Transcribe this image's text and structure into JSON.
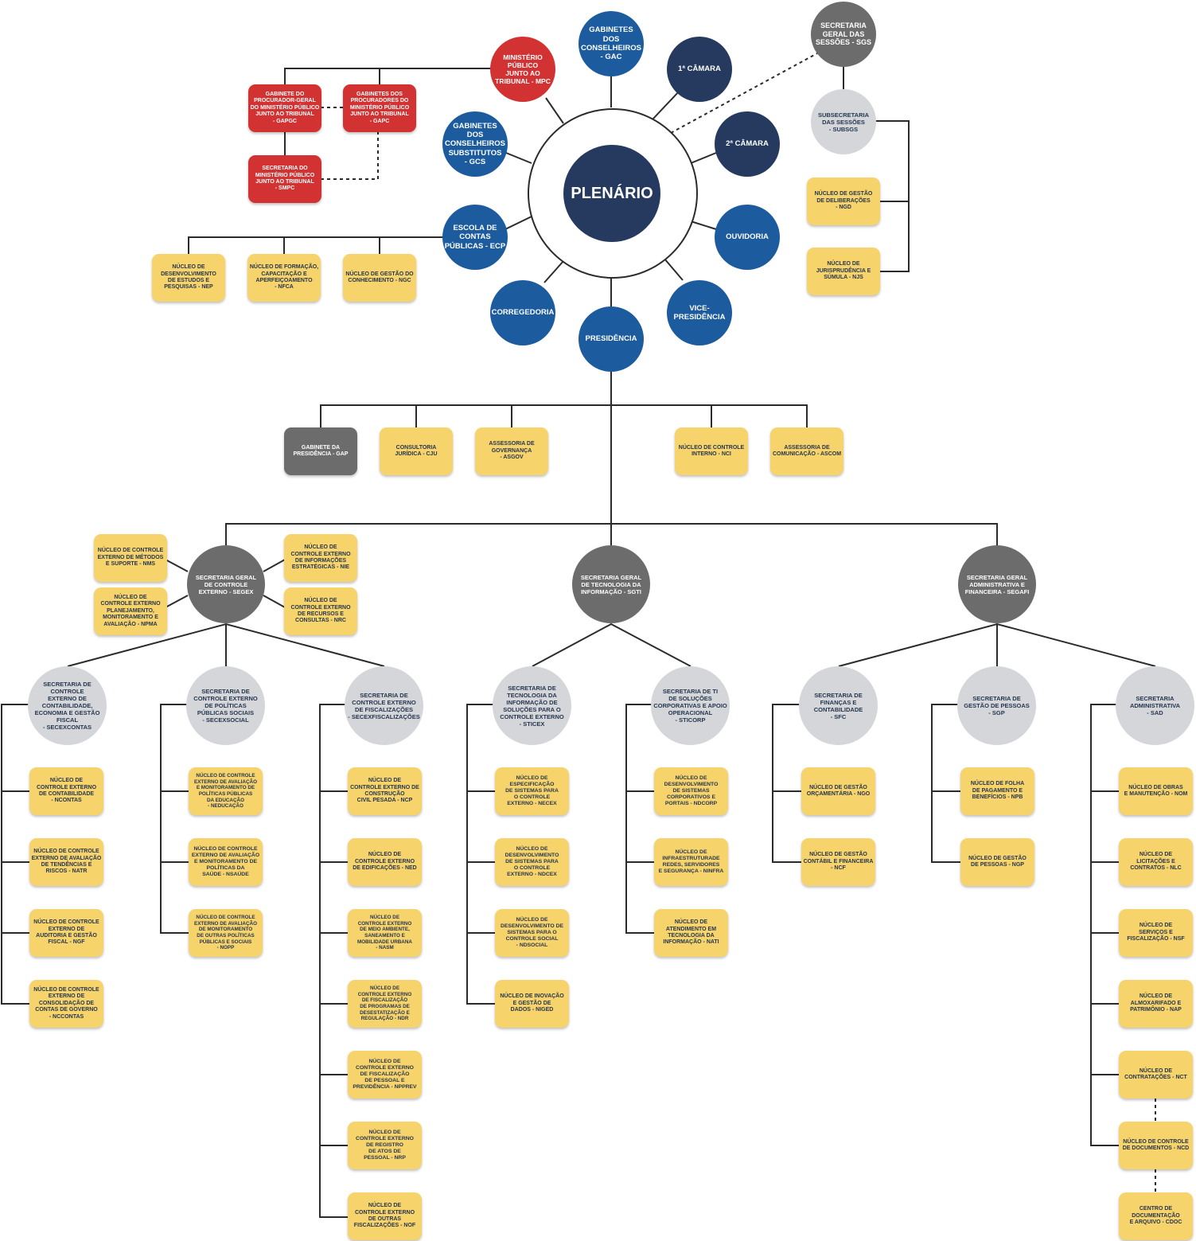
{
  "colors": {
    "circle_blue": "#1b5b9e",
    "circle_navy": "#253a5e",
    "circle_dark_gray": "#6c6c6c",
    "circle_light_gray": "#d4d6da",
    "box_red": "#d23232",
    "box_yellow": "#f6d36b",
    "box_gray": "#6c6c6c",
    "lines": "#2b2b2b"
  },
  "top": {
    "plenario": "PLENÁRIO",
    "gac": "GABINETES DOS CONSELHEIROS\n- GAC",
    "camara1": "1ª CÂMARA",
    "camara2": "2ª CÂMARA",
    "ouvidoria": "OUVIDORIA",
    "vice": "VICE-\nPRESIDÊNCIA",
    "presidencia": "PRESIDÊNCIA",
    "corregedoria": "CORREGEDORIA",
    "ecp": "ESCOLA DE\nCONTAS\nPÚBLICAS - ECP",
    "gcs": "GABINETES DOS\nCONSELHEIROS\nSUBSTITUTOS\n- GCS",
    "mpc": "MINISTÉRIO\nPÚBLICO\nJUNTO AO\nTRIBUNAL - MPC",
    "sgs": "SECRETARIA\nGERAL DAS\nSESSÕES - SGS",
    "subsgs": "SUBSECRETARIA\nDAS SESSÕES\n- SUBSGS"
  },
  "mp_boxes": {
    "gapgc": "GABINETE DO\nPROCURADOR-GERAL\nDO MINISTÉRIO PÚBLICO\nJUNTO AO TRIBUNAL\n- GAPGC",
    "gapc": "GABINETES DOS\nPROCURADORES DO\nMINISTÉRIO PÚBLICO\nJUNTO AO TRIBUNAL\n- GAPC",
    "smpc": "SECRETARIA DO\nMINISTÉRIO PÚBLICO\nJUNTO AO TRIBUNAL\n- SMPC"
  },
  "ecp_boxes": {
    "nep": "NÚCLEO DE\nDESENVOLVIMENTO\nDE ESTUDOS E\nPESQUISAS - NEP",
    "nfca": "NÚCLEO DE FORMAÇÃO,\nCAPACITAÇÃO E\nAPERFEIÇOAMENTO\n- NFCA",
    "ngc": "NÚCLEO DE GESTÃO DO\nCONHECIMENTO - NGC"
  },
  "sgs_boxes": {
    "ngd": "NÚCLEO DE GESTÃO\nDE DELIBERAÇÕES\n- NGD",
    "njs": "NÚCLEO DE\nJURISPRUDÊNCIA E\nSÚMULA - NJS"
  },
  "pres_boxes": {
    "gap": "GABINETE DA\nPRESIDÊNCIA - GAP",
    "cju": "CONSULTORIA\nJURÍDICA - CJU",
    "asgov": "ASSESSORIA DE\nGOVERNANÇA\n- ASGOV",
    "nci": "NÚCLEO DE CONTROLE\nINTERNO - NCI",
    "ascom": "ASSESSORIA DE\nCOMUNICAÇÃO - ASCOM"
  },
  "sg": {
    "segex": "SECRETARIA GERAL\nDE CONTROLE\nEXTERNO - SEGEX",
    "sgti": "SECRETARIA GERAL\nDE TECNOLOGIA DA\nINFORMAÇÃO - SGTI",
    "segafi": "SECRETARIA GERAL\nADMINISTRATIVA E\nFINANCEIRA - SEGAFI"
  },
  "segex_side": {
    "nms": "NÚCLEO DE CONTROLE\nEXTERNO DE MÉTODOS\nE SUPORTE - NMS",
    "npma": "NÚCLEO DE\nCONTROLE EXTERNO\nPLANEJAMENTO,\nMONITORAMENTO E\nAVALIAÇÃO - NPMA",
    "nie": "NÚCLEO DE\nCONTROLE EXTERNO\nDE INFORMAÇÕES\nESTRATÉGICAS - NIE",
    "nrc": "NÚCLEO DE\nCONTROLE EXTERNO\nDE RECURSOS E\nCONSULTAS - NRC"
  },
  "secretarias": {
    "secexcontas": "SECRETARIA DE\nCONTROLE\nEXTERNO DE\nCONTABILIDADE,\nECONOMIA E GESTÃO\nFISCAL\n- SECEXCONTAS",
    "secexsocial": "SECRETARIA DE\nCONTROLE EXTERNO\nDE POLÍTICAS\nPÚBLICAS SOCIAIS\n- SECEXSOCIAL",
    "secexfisc": "SECRETARIA DE\nCONTROLE EXTERNO\nDE FISCALIZAÇÕES\n- SECEXFISCALIZAÇÕES",
    "sticex": "SECRETARIA DE\nTECNOLOGIA DA\nINFORMAÇÃO DE\nSOLUÇÕES PARA O\nCONTROLE EXTERNO\n- STICEX",
    "sticorp": "SECRETARIA DE TI\nDE SOLUÇÕES\nCORPORATIVAS E APOIO\nOPERACIONAL\n- STICORP",
    "sfc": "SECRETARIA DE\nFINANÇAS E\nCONTABILIDADE\n- SFC",
    "sgp": "SECRETARIA DE\nGESTÃO DE PESSOAS\n- SGP",
    "sad": "SECRETARIA\nADMINISTRATIVA\n- SAD"
  },
  "nucleos": {
    "secexcontas": [
      "NÚCLEO DE\nCONTROLE EXTERNO\nDE CONTABILIDADE\n- NCONTAS",
      "NÚCLEO DE CONTROLE\nEXTERNO DE AVALIAÇÃO\nDE TENDÊNCIAS E\nRISCOS - NATR",
      "NÚCLEO DE CONTROLE\nEXTERNO DE\nAUDITORIA E GESTÃO\nFISCAL - NGF",
      "NÚCLEO DE CONTROLE\nEXTERNO DE\nCONSOLIDAÇÃO DE\nCONTAS DE GOVERNO\n- NCCONTAS"
    ],
    "secexsocial": [
      "NÚCLEO DE CONTROLE\nEXTERNO DE AVALIAÇÃO\nE MONITORAMENTO DE\nPOLÍTICAS PÚBLICAS\nDA EDUCAÇÃO\n- NEDUCAÇÃO",
      "NÚCLEO DE CONTROLE\nEXTERNO DE AVALIAÇÃO\nE MONITORAMENTO DE\nPOLÍTICAS DA\nSAÚDE - NSAÚDE",
      "NÚCLEO DE CONTROLE\nEXTERNO DE AVALIAÇÃO\nDE MONITORAMENTO\nDE OUTRAS POLÍTICAS\nPÚBLICAS E SOCIAIS\n- NOPP"
    ],
    "secexfisc": [
      "NÚCLEO DE\nCONTROLE EXTERNO DE\nCONSTRUÇÃO\nCIVIL PESADA - NCP",
      "NÚCLEO DE\nCONTROLE EXTERNO\nDE EDIFICAÇÕES - NED",
      "NÚCLEO DE\nCONTROLE EXTERNO\nDE MEIO AMBIENTE,\nSANEAMENTO E\nMOBILIDADE URBANA\n- NASM",
      "NÚCLEO DE\nCONTROLE EXTERNO\nDE FISCALIZAÇÃO\nDE PROGRAMAS DE\nDESESTATIZAÇÃO E\nREGULAÇÃO - NDR",
      "NÚCLEO DE\nCONTROLE EXTERNO\nDE FISCALIZAÇÃO\nDE PESSOAL E\nPREVIDÊNCIA - NPPREV",
      "NÚCLEO DE\nCONTROLE EXTERNO\nDE REGISTRO\nDE ATOS DE\nPESSOAL - NRP",
      "NÚCLEO DE\nCONTROLE EXTERNO\nDE OUTRAS\nFISCALIZAÇÕES - NOF"
    ],
    "sticex": [
      "NÚCLEO DE\nESPECIFICAÇÃO\nDE SISTEMAS PARA\nO CONTROLE\nEXTERNO - NECEX",
      "NÚCLEO DE\nDESENVOLVIMENTO\nDE SISTEMAS PARA\nO CONTROLE\nEXTERNO - NDCEX",
      "NÚCLEO DE\nDESENVOLVIMENTO DE\nSISTEMAS PARA O\nCONTROLE SOCIAL\n- NDSOCIAL",
      "NÚCLEO DE INOVAÇÃO\nE GESTÃO DE\nDADOS - NIGED"
    ],
    "sticorp": [
      "NÚCLEO DE\nDESENVOLVIMENTO\nDE SISTEMAS\nCORPORATIVOS E\nPORTAIS - NDCORP",
      "NÚCLEO DE\nINFRAESTRUTURADE\nREDES, SERVIDORES\nE SEGURANÇA - NINFRA",
      "NÚCLEO DE\nATENDIMENTO EM\nTECNOLOGIA DA\nINFORMAÇÃO - NATI"
    ],
    "sfc": [
      "NÚCLEO DE GESTÃO\nORÇAMENTÁRIA - NGO",
      "NÚCLEO DE GESTÃO\nCONTÁBIL E FINANCEIRA\n- NCF"
    ],
    "sgp": [
      "NÚCLEO DE FOLHA\nDE PAGAMENTO E\nBENEFÍCIOS - NPB",
      "NÚCLEO DE GESTÃO\nDE PESSOAS - NGP"
    ],
    "sad": [
      "NÚCLEO DE OBRAS\nE MANUTENÇÃO - NOM",
      "NÚCLEO DE\nLICITAÇÕES E\nCONTRATOS - NLC",
      "NÚCLEO DE\nSERVIÇOS E\nFISCALIZAÇÃO - NSF",
      "NÚCLEO DE\nALMOXARIFADO E\nPATRIMÔNIO - NAP",
      "NÚCLEO DE\nCONTRATAÇÕES - NCT",
      "NÚCLEO DE CONTROLE\nDE DOCUMENTOS - NCD",
      "CENTRO DE\nDOCUMENTAÇÃO\nE ARQUIVO - CDOC"
    ]
  }
}
